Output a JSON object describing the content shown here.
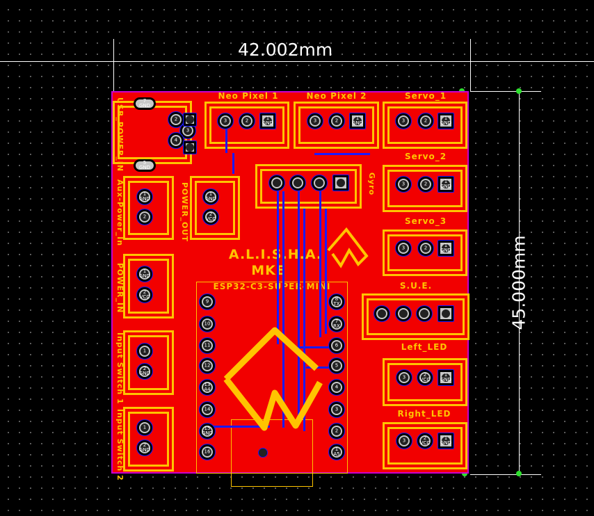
{
  "dimensions": {
    "width_label": "42.002mm",
    "height_label": "45.000mm"
  },
  "board": {
    "title": "A.L.I.S.H.A.",
    "subtitle": "MKE",
    "colors": {
      "copper": "#f20000",
      "silk": "#ffc400",
      "edge": "#c800d0",
      "trace": "#1a1aff"
    }
  },
  "connectors": [
    {
      "id": "usb",
      "label": "USB_POWER_IN",
      "pads": [
        "7\nGND",
        "5\nGND",
        "2",
        "3",
        "4",
        "",
        ""
      ]
    },
    {
      "id": "neo1",
      "label": "Neo Pixel 1",
      "pads": [
        "3",
        "2",
        "1\nGND"
      ]
    },
    {
      "id": "neo2",
      "label": "Neo Pixel 2",
      "pads": [
        "3",
        "2",
        "1\nGND"
      ]
    },
    {
      "id": "servo1",
      "label": "Servo_1",
      "pads": [
        "3",
        "2",
        "1\nGND"
      ]
    },
    {
      "id": "gyro",
      "label": "Gyro",
      "pads": [
        "",
        "",
        "",
        ""
      ]
    },
    {
      "id": "servo2",
      "label": "Servo_2",
      "pads": [
        "3",
        "2",
        "1\nGND"
      ]
    },
    {
      "id": "servo3",
      "label": "Servo_3",
      "pads": [
        "3",
        "2",
        "1\nGND"
      ]
    },
    {
      "id": "sue",
      "label": "S.U.E.",
      "pads": [
        "",
        "",
        "",
        ""
      ]
    },
    {
      "id": "leftled",
      "label": "Left_LED",
      "pads": [
        "3",
        "2\nVCC",
        "1\nGND"
      ]
    },
    {
      "id": "rightled",
      "label": "Right_LED",
      "pads": [
        "3",
        "2\nVCC",
        "1\nGND"
      ]
    },
    {
      "id": "auxpwr",
      "label": "Aux-Power_In",
      "pads": [
        "1\nGND",
        "2"
      ]
    },
    {
      "id": "pwrout",
      "label": "POWER_OUT",
      "pads": [
        "1\nGND",
        "2\nVCC"
      ]
    },
    {
      "id": "pwrin",
      "label": "POWER_IN",
      "pads": [
        "1\nGND",
        "2\nVCC"
      ]
    },
    {
      "id": "sw1",
      "label": "Input Switch 1",
      "pads": [
        "1",
        "2\nGND"
      ]
    },
    {
      "id": "sw2",
      "label": "Input Switch 2",
      "pads": [
        "1",
        "2\nGND"
      ]
    },
    {
      "id": "esp",
      "label": "ESP32-C3-SUPER-MINI",
      "pads": [
        "9",
        "10",
        "11",
        "12",
        "13\nA4",
        "14",
        "15\nGND",
        "16",
        "8\nTX",
        "7\nRX",
        "6",
        "5",
        "4",
        "3",
        "2",
        "1\nA5"
      ]
    }
  ]
}
